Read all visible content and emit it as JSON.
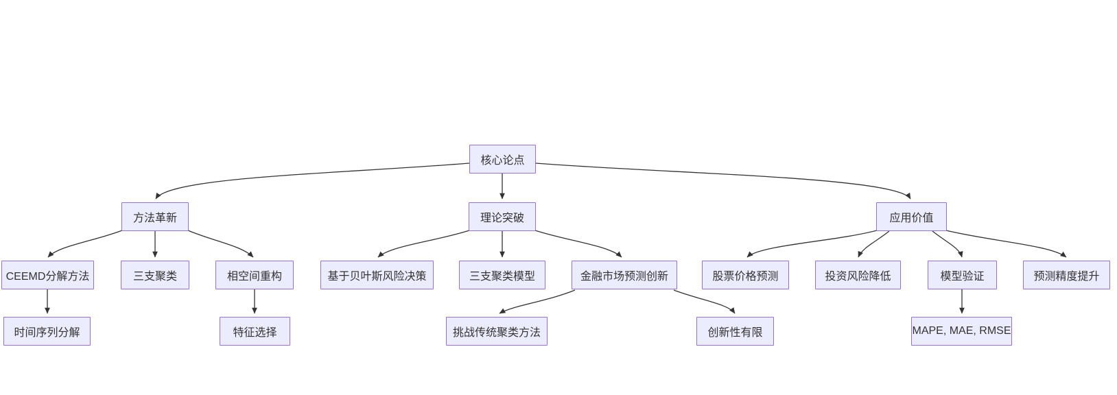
{
  "diagram": {
    "type": "flowchart-top-down",
    "background_color": "#ffffff",
    "node_fill_color": "#ECECFF",
    "node_border_color": "#9370DB",
    "node_text_color": "#333333",
    "edge_color": "#333333",
    "nodes": {
      "root": {
        "label": "核心论点"
      },
      "method": {
        "label": "方法革新"
      },
      "theory": {
        "label": "理论突破"
      },
      "apply": {
        "label": "应用价值"
      },
      "ceemd": {
        "label": "CEEMD分解方法"
      },
      "twc": {
        "label": "三支聚类"
      },
      "phase": {
        "label": "相空间重构"
      },
      "bayes": {
        "label": "基于贝叶斯风险决策"
      },
      "twcModel": {
        "label": "三支聚类模型"
      },
      "finmkt": {
        "label": "金融市场预测创新"
      },
      "stock": {
        "label": "股票价格预测"
      },
      "risk": {
        "label": "投资风险降低"
      },
      "valid": {
        "label": "模型验证"
      },
      "precision": {
        "label": "预测精度提升"
      },
      "tsd": {
        "label": "时间序列分解"
      },
      "feat": {
        "label": "特征选择"
      },
      "challenge": {
        "label": "挑战传统聚类方法"
      },
      "limited": {
        "label": "创新性有限"
      },
      "metrics": {
        "label": "MAPE, MAE, RMSE"
      }
    },
    "edges": [
      {
        "from": "root",
        "to": "method"
      },
      {
        "from": "root",
        "to": "theory"
      },
      {
        "from": "root",
        "to": "apply"
      },
      {
        "from": "method",
        "to": "ceemd"
      },
      {
        "from": "method",
        "to": "twc"
      },
      {
        "from": "method",
        "to": "phase"
      },
      {
        "from": "theory",
        "to": "bayes"
      },
      {
        "from": "theory",
        "to": "twcModel"
      },
      {
        "from": "theory",
        "to": "finmkt"
      },
      {
        "from": "apply",
        "to": "stock"
      },
      {
        "from": "apply",
        "to": "risk"
      },
      {
        "from": "apply",
        "to": "valid"
      },
      {
        "from": "apply",
        "to": "precision"
      },
      {
        "from": "ceemd",
        "to": "tsd"
      },
      {
        "from": "phase",
        "to": "feat"
      },
      {
        "from": "finmkt",
        "to": "challenge"
      },
      {
        "from": "finmkt",
        "to": "limited"
      },
      {
        "from": "valid",
        "to": "metrics"
      }
    ]
  }
}
